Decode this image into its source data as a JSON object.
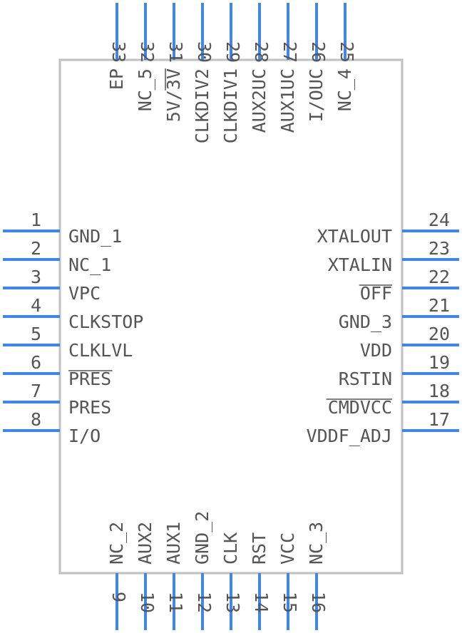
{
  "component": {
    "left_pins": [
      {
        "number": "1",
        "label": "GND_1"
      },
      {
        "number": "2",
        "label": "NC_1"
      },
      {
        "number": "3",
        "label": "VPC"
      },
      {
        "number": "4",
        "label": "CLKSTOP"
      },
      {
        "number": "5",
        "label": "CLKLVL"
      },
      {
        "number": "6",
        "label": "PRES",
        "overbar": true
      },
      {
        "number": "7",
        "label": "PRES"
      },
      {
        "number": "8",
        "label": "I/O"
      }
    ],
    "bottom_pins": [
      {
        "number": "9",
        "label": "NC_2"
      },
      {
        "number": "10",
        "label": "AUX2"
      },
      {
        "number": "11",
        "label": "AUX1"
      },
      {
        "number": "12",
        "label": "GND_2"
      },
      {
        "number": "13",
        "label": "CLK"
      },
      {
        "number": "14",
        "label": "RST"
      },
      {
        "number": "15",
        "label": "VCC"
      },
      {
        "number": "16",
        "label": "NC_3"
      }
    ],
    "right_pins": [
      {
        "number": "17",
        "label": "VDDF_ADJ"
      },
      {
        "number": "18",
        "label": "CMDVCC",
        "overbar": true
      },
      {
        "number": "19",
        "label": "RSTIN"
      },
      {
        "number": "20",
        "label": "VDD"
      },
      {
        "number": "21",
        "label": "GND_3"
      },
      {
        "number": "22",
        "label": "OFF",
        "overbar": true
      },
      {
        "number": "23",
        "label": "XTALIN"
      },
      {
        "number": "24",
        "label": "XTALOUT"
      }
    ],
    "top_pins": [
      {
        "number": "25",
        "label": "NC_4"
      },
      {
        "number": "26",
        "label": "I/OUC"
      },
      {
        "number": "27",
        "label": "AUX1UC"
      },
      {
        "number": "28",
        "label": "AUX2UC"
      },
      {
        "number": "29",
        "label": "CLKDIV1"
      },
      {
        "number": "30",
        "label": "CLKDIV2"
      },
      {
        "number": "31",
        "label": "5V/3V",
        "overbar_part": "3V"
      },
      {
        "number": "32",
        "label": "NC_5"
      },
      {
        "number": "33",
        "label": "EP"
      }
    ]
  },
  "colors": {
    "pin": "#3f86e8",
    "body_outline": "#c0c0c0",
    "text": "#555555"
  }
}
